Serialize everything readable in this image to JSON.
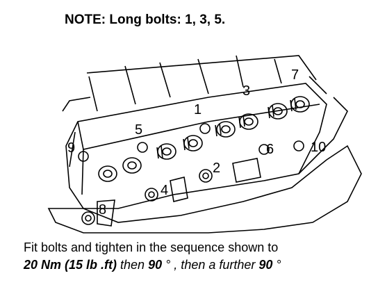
{
  "note": "NOTE: Long bolts: 1, 3, 5.",
  "bolt_labels": [
    "1",
    "2",
    "3",
    "4",
    "5",
    "6",
    "7",
    "8",
    "9",
    "10"
  ],
  "caption": {
    "line1": "Fit bolts and tighten in the sequence shown to",
    "line2_bold": "20 Nm (15 lb .ft)",
    "line2_mid": " then ",
    "line2_bold2": "90",
    "line2_rest": " ° , then a further ",
    "line2_bold3": "90",
    "line2_end": " °"
  },
  "colors": {
    "ink": "#000000",
    "paper": "#ffffff"
  }
}
